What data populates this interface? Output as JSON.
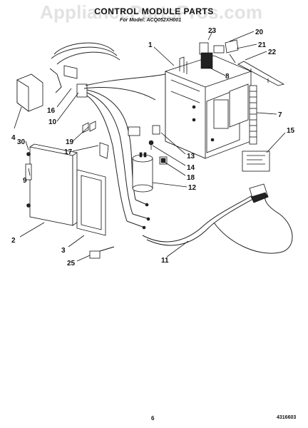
{
  "header": {
    "title": "CONTROL MODULE PARTS",
    "subtitle": "For Model: ACQ052XH001",
    "watermark": "AppliancePartsPros.com"
  },
  "footer": {
    "page_number": "6",
    "document_number": "4316603"
  },
  "callouts": [
    "1",
    "2",
    "3",
    "4",
    "7",
    "8",
    "9",
    "10",
    "11",
    "12",
    "13",
    "14",
    "15",
    "16",
    "17",
    "18",
    "19",
    "20",
    "21",
    "22",
    "23",
    "25",
    "30"
  ]
}
